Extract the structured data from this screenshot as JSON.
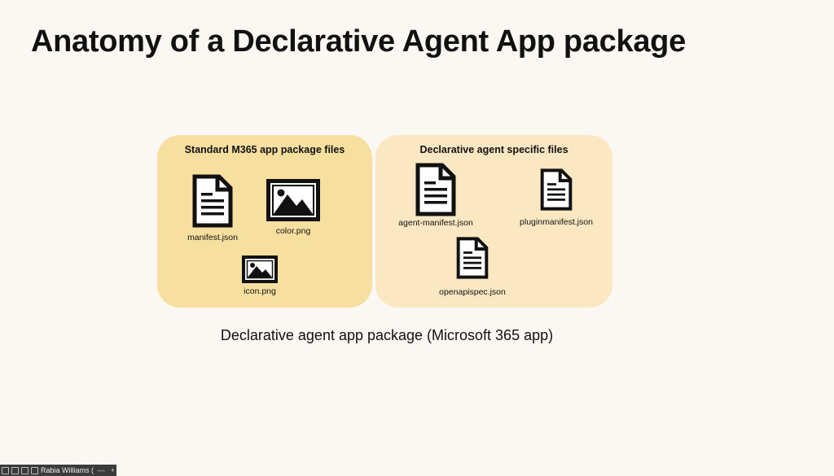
{
  "slide": {
    "title": "Anatomy of a Declarative Agent App package",
    "caption": "Declarative agent app package (Microsoft 365 app)"
  },
  "standard_panel": {
    "title": "Standard M365 app package files",
    "files": [
      {
        "label": "manifest.json",
        "icon": "document-icon"
      },
      {
        "label": "color.png",
        "icon": "image-icon"
      },
      {
        "label": "icon.png",
        "icon": "image-icon"
      }
    ]
  },
  "declarative_panel": {
    "title": "Declarative agent specific files",
    "files": [
      {
        "label": "agent-manifest.json",
        "icon": "document-icon"
      },
      {
        "label": "pluginmanifest.json",
        "icon": "document-icon"
      },
      {
        "label": "openapispec.json",
        "icon": "document-icon"
      }
    ]
  },
  "taskbar": {
    "user_name": "Rabia Williams (Unverified)",
    "minimize_label": "—",
    "add_label": "+"
  },
  "colors": {
    "background": "#fbf7f2",
    "standard_panel": "#f7df9f",
    "declarative_panel": "#fbe8c2"
  }
}
